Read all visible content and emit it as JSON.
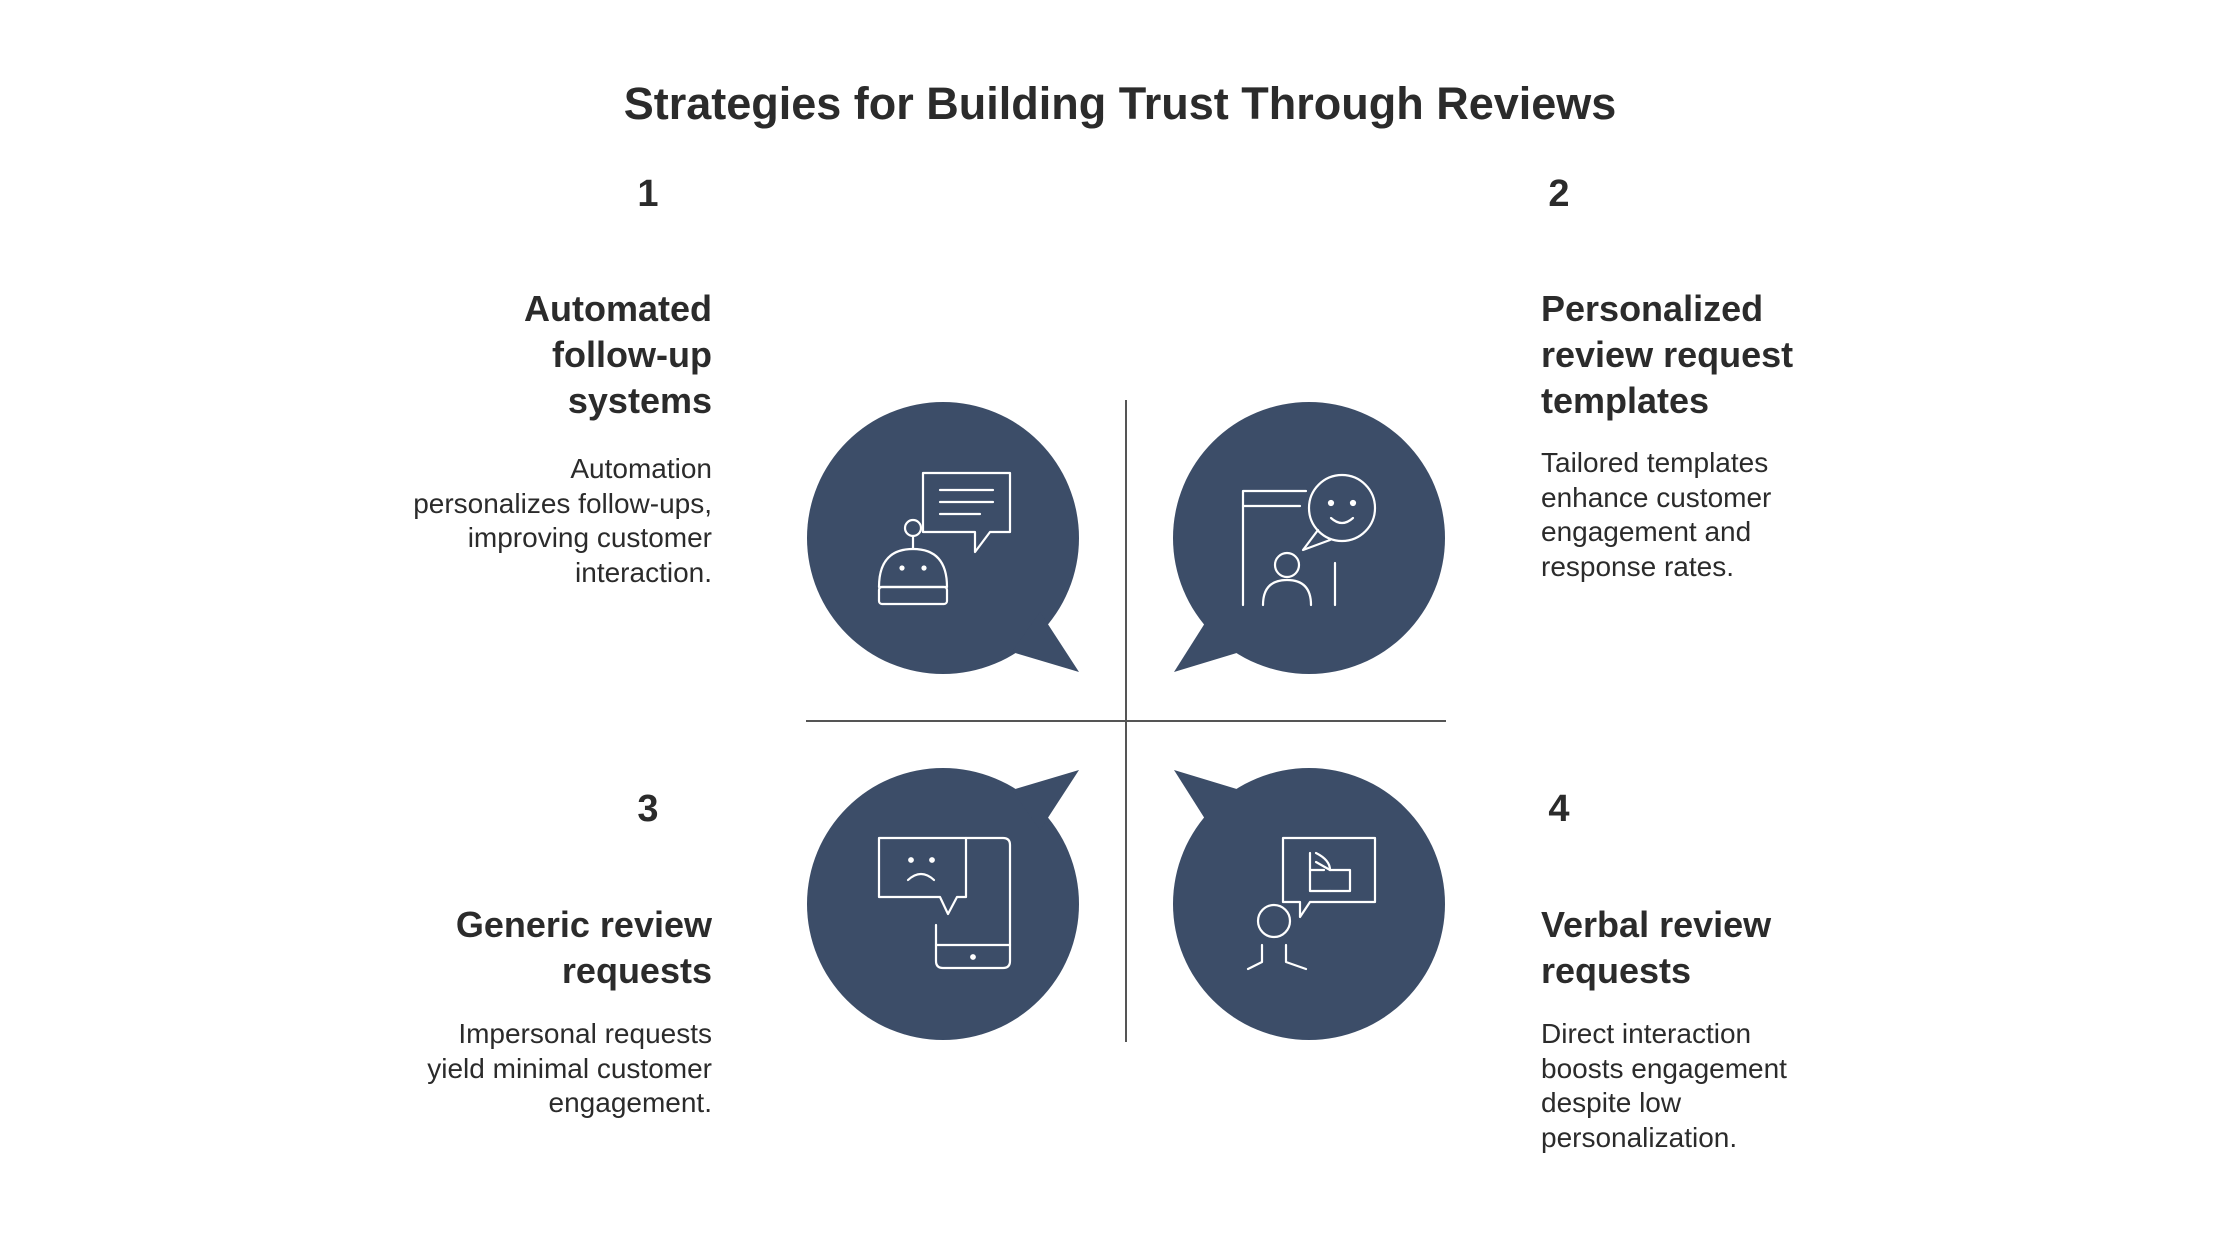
{
  "title": "Strategies for Building Trust Through Reviews",
  "colors": {
    "bubble": "#3c4d68",
    "icon_stroke": "#ffffff",
    "axis": "#555555",
    "text": "#2b2b2b"
  },
  "quadrants": [
    {
      "number": "1",
      "heading": "Automated follow-up systems",
      "description": "Automation personalizes follow-ups, improving customer interaction.",
      "icon": "robot-chat-icon"
    },
    {
      "number": "2",
      "heading": "Personalized review request templates",
      "description": "Tailored templates enhance customer engagement and response rates.",
      "icon": "smartphone-happy-user-icon"
    },
    {
      "number": "3",
      "heading": "Generic review requests",
      "description": "Impersonal requests yield minimal customer engagement.",
      "icon": "phone-sad-message-icon"
    },
    {
      "number": "4",
      "heading": "Verbal review requests",
      "description": "Direct interaction boosts engagement despite low personalization.",
      "icon": "person-thumbs-up-speech-icon"
    }
  ]
}
